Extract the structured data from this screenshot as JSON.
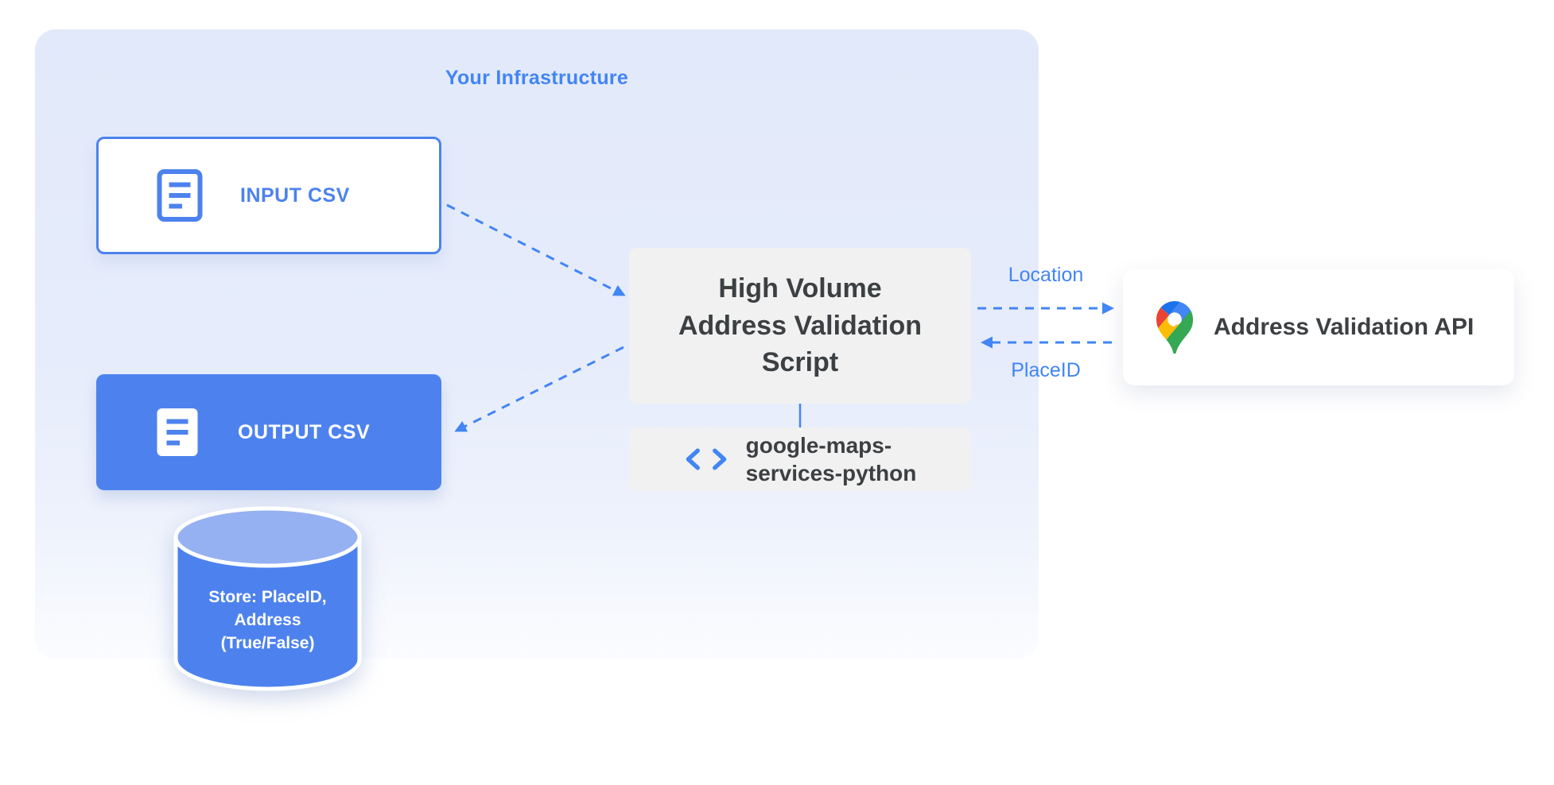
{
  "infrastructure": {
    "title": "Your Infrastructure"
  },
  "nodes": {
    "input_csv": {
      "label": "INPUT CSV",
      "icon": "document-icon"
    },
    "output_csv": {
      "label": "OUTPUT CSV",
      "icon": "document-icon"
    },
    "datastore": {
      "icon": "database-cylinder-icon",
      "lines": [
        "Store: PlaceID,",
        "Address",
        "(True/False)"
      ]
    },
    "script": {
      "lines": [
        "High Volume",
        "Address Validation",
        "Script"
      ]
    },
    "library": {
      "icon": "code-icon",
      "lines": [
        "google-maps-",
        "services-python"
      ]
    },
    "api": {
      "label": "Address Validation API",
      "icon": "google-maps-pin-icon"
    }
  },
  "edges": {
    "location_label": "Location",
    "placeid_label": "PlaceID"
  },
  "colors": {
    "accent_blue": "#4285f4",
    "fill_blue": "#4d82ee",
    "container_bg": "#e6ecfb",
    "gray_box": "#f1f1f1",
    "dark_text": "#3c4043",
    "cylinder_top": "#96b1f1",
    "pin_red": "#ea4335",
    "pin_blue": "#1a73e8",
    "pin_yellow": "#fbbc04",
    "pin_green": "#34a853"
  }
}
